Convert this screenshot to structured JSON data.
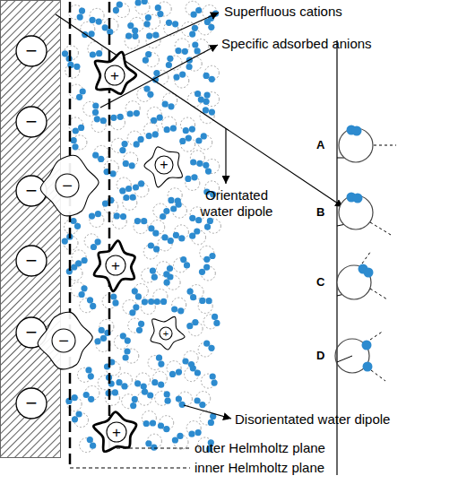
{
  "diagram": {
    "nodes": [
      {
        "text": [
          "−"
        ]
      },
      {
        "text": [
          "−"
        ]
      },
      {
        "text": [
          "−"
        ]
      },
      {
        "text": [
          "−"
        ]
      },
      {
        "text": [
          "−"
        ]
      },
      {
        "text": [
          "−"
        ]
      },
      {
        "text": [
          "+"
        ]
      },
      {
        "text": [
          "+"
        ]
      },
      {
        "text": [
          "−"
        ]
      },
      {
        "text": [
          "+"
        ]
      },
      {
        "text": [
          "−"
        ]
      },
      {
        "text": [
          "+"
        ]
      },
      {
        "text": [
          "+"
        ]
      }
    ],
    "labels": [
      "Superfluous cations",
      "Specific adsorbed anions",
      "Orientated water dipole",
      "A",
      "B",
      "C",
      "D",
      "Disorientated water dipole",
      "outer Helmholtz plane",
      "inner Helmholtz plane"
    ]
  }
}
